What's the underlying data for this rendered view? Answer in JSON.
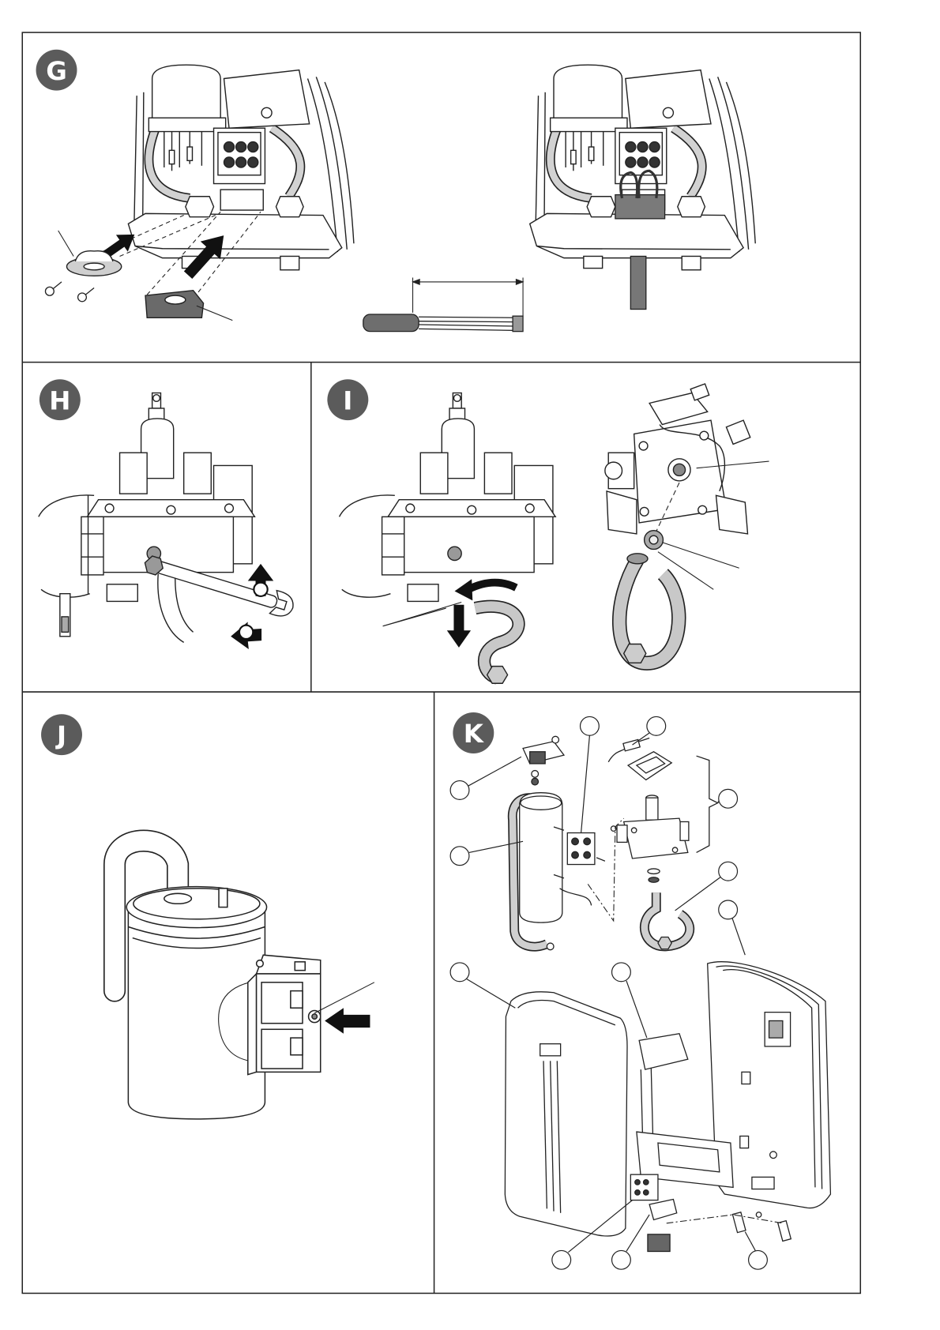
{
  "page": {
    "background": "#ffffff",
    "line_color": "#222222",
    "badge_color": "#5b5b5b",
    "cable_color": "#6e6e6e",
    "pipe_color": "#c8c8c8"
  },
  "panels": {
    "g": {
      "label": "G"
    },
    "h": {
      "label": "H"
    },
    "i": {
      "label": "I"
    },
    "j": {
      "label": "J"
    },
    "k": {
      "label": "K"
    }
  }
}
